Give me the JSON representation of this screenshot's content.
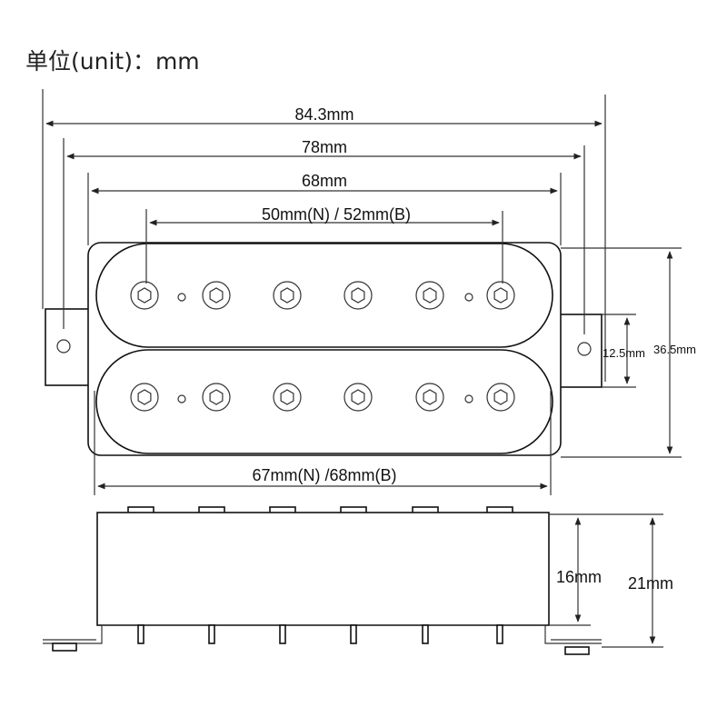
{
  "unit_label": "单位(unit)：mm",
  "top_view": {
    "overall_width": "84.3mm",
    "mount_hole_spacing": "78mm",
    "baseplate_width": "68mm",
    "pole_spacing": "50mm(N)  / 52mm(B)",
    "coil_length": "67mm(N) /68mm(B)",
    "ear_height": "12.5mm",
    "total_height": "36.5mm"
  },
  "side_view": {
    "body_height": "16mm",
    "total_height": "21mm"
  }
}
